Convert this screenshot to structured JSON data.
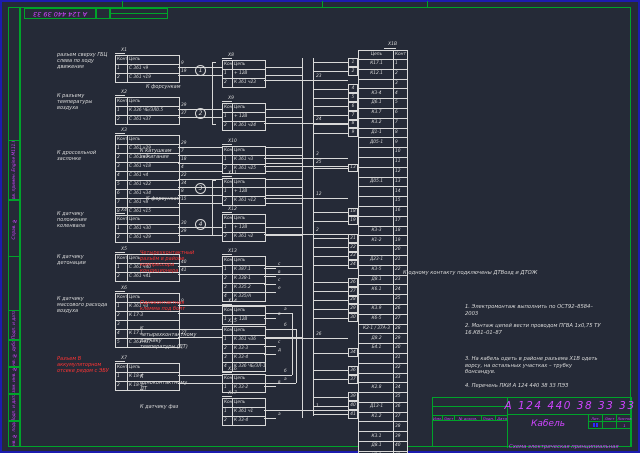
{
  "schematic": {
    "corner_doc_number": "А 124 440 39 33",
    "stamp_left": [
      {
        "label": "Перв. примен.",
        "value": "Engine М111.960"
      },
      {
        "label": "Справ. №",
        "value": ""
      },
      {
        "label": "Подп. и дата",
        "value": ""
      },
      {
        "label": "Инв. № дубл.",
        "value": ""
      },
      {
        "label": "Взам. инв. №",
        "value": ""
      },
      {
        "label": "Подп. и дата",
        "value": ""
      },
      {
        "label": "Инв. № подл.",
        "value": ""
      }
    ],
    "table_headers": {
      "pin": "Конт",
      "circuit": "Цепь"
    },
    "left_groups": [
      {
        "designator": "Х1",
        "label": "разъем сверху ГБЦ слева по ходу движения",
        "red": false,
        "rows": [
          {
            "pin": "1",
            "circuit": "С 361 ч9",
            "wire": "9"
          },
          {
            "pin": "2",
            "circuit": "С 361 ч19",
            "wire": "19"
          }
        ]
      },
      {
        "designator": "Х2",
        "label": "К разъему температуры воздуха",
        "red": false,
        "rows": [
          {
            "pin": "1",
            "circuit": "К 336 ЧБ/ЗЛ0.5",
            "wire": "39"
          },
          {
            "pin": "2",
            "circuit": "С 361 ч37",
            "wire": "37"
          }
        ]
      },
      {
        "designator": "Х3",
        "label": "К дроссельной заслонке",
        "red": false,
        "rows": [
          {
            "pin": "1",
            "circuit": "С 361 ч29",
            "wire": "29"
          },
          {
            "pin": "2",
            "circuit": "С 361 ч7",
            "wire": "7"
          },
          {
            "pin": "3",
            "circuit": "С 361 ч18",
            "wire": "18"
          },
          {
            "pin": "4",
            "circuit": "С 361 ч4",
            "wire": "4"
          },
          {
            "pin": "5",
            "circuit": "С 361 ч22",
            "wire": "22"
          },
          {
            "pin": "6",
            "circuit": "С 361 ч34",
            "wire": "34"
          },
          {
            "pin": "7",
            "circuit": "С 361 ч8",
            "wire": "8"
          },
          {
            "pin": "8",
            "circuit": "С 361 ч15",
            "wire": "15"
          }
        ]
      },
      {
        "designator": "Х4",
        "label": "К датчику положения коленвала",
        "red": false,
        "rows": [
          {
            "pin": "1",
            "circuit": "С 361 ч30",
            "wire": "30"
          },
          {
            "pin": "2",
            "circuit": "С 361 ч29",
            "wire": "29"
          }
        ]
      },
      {
        "designator": "Х5",
        "label": "К датчику детонации",
        "red": false,
        "rows": [
          {
            "pin": "1",
            "circuit": "С 361 ч40",
            "wire": "40"
          },
          {
            "pin": "2",
            "circuit": "С 361 ч41",
            "wire": "41"
          }
        ]
      },
      {
        "designator": "Х6",
        "label": "К датчику массового расхода воздуха",
        "red": false,
        "rows": [
          {
            "pin": "1",
            "circuit": "К 361 ч3",
            "wire": "9"
          },
          {
            "pin": "2",
            "circuit": "К 17-3",
            "letter": "а"
          },
          {
            "pin": "3",
            "circuit": ""
          },
          {
            "pin": "4",
            "circuit": "К 17.1",
            "letter": "б"
          },
          {
            "pin": "5",
            "circuit": "С 361 ч37",
            "wire": "27"
          }
        ]
      },
      {
        "designator": "Х7",
        "label": "Разъем В аккумуляторном отсеке рядом с ЭБУ",
        "red": true,
        "rows": [
          {
            "pin": "1",
            "circuit": "К 18-4",
            "letter": "б"
          },
          {
            "pin": "2",
            "circuit": "К 18-2",
            "letter": "а"
          }
        ]
      }
    ],
    "injector_bracket_label": "К форсункам",
    "middle_groups": [
      {
        "designator": "Х8",
        "circle": "1",
        "rows": [
          {
            "pin": "1",
            "circuit": "+ 12В"
          },
          {
            "pin": "2",
            "circuit": "К 361 ч23",
            "wire": "23"
          }
        ]
      },
      {
        "designator": "Х9",
        "circle": "2",
        "rows": [
          {
            "pin": "1",
            "circuit": "+ 12В"
          },
          {
            "pin": "2",
            "circuit": "К 361 ч24",
            "wire": "24"
          }
        ]
      },
      {
        "designator": "Х10",
        "label": "К катушкам зажигания",
        "rows": [
          {
            "pin": "1",
            "circuit": "К 361 ч3",
            "wire": "3"
          },
          {
            "pin": "2",
            "circuit": "К 361 ч25",
            "wire": "25"
          }
        ]
      },
      {
        "designator": "Х11",
        "circle": "3",
        "rows": [
          {
            "pin": "1",
            "circuit": "+ 12В"
          },
          {
            "pin": "2",
            "circuit": "К 361 ч12",
            "wire": "12"
          }
        ]
      },
      {
        "designator": "Х12",
        "circle": "4",
        "rows": [
          {
            "pin": "1",
            "circuit": "+ 12В"
          },
          {
            "pin": "2",
            "circuit": "К 361 ч2",
            "wire": "2"
          }
        ]
      },
      {
        "designator": "Х13",
        "label": "Четырехконтактный разъём в районе компрессора кондиционера",
        "red": true,
        "rows": [
          {
            "pin": "1",
            "circuit": "К 387.1",
            "letter": "с"
          },
          {
            "pin": "2",
            "circuit": "К 338-1",
            "letter": "в"
          },
          {
            "pin": "3",
            "circuit": "К 335.2",
            "letter": "с"
          },
          {
            "pin": "4",
            "circuit": "К 335/А",
            "letter": "е"
          }
        ]
      },
      {
        "designator": "Х14",
        "label": "Одноконтактная клемма под болт",
        "red": true,
        "rows": [
          {
            "pin": "1",
            "circuit": "+ 12В",
            "letter": "в"
          }
        ]
      },
      {
        "designator": "Х15",
        "label": "К четырехконтактному датчику температуры (ДТ)",
        "rows": [
          {
            "pin": "1",
            "circuit": "К 361 ч36",
            "wire": "36"
          },
          {
            "pin": "2",
            "circuit": "К 33-3",
            "letter": "с"
          },
          {
            "pin": "3",
            "circuit": "К 33-4",
            "letter": "д"
          },
          {
            "pin": "4",
            "circuit": "К 336 ЧБ/ЗЛ-1"
          }
        ]
      },
      {
        "designator": "Х16",
        "label": "К одноконтактному ДТ",
        "rows": [
          {
            "pin": "1",
            "circuit": "К 33-2",
            "letter": "в"
          }
        ]
      },
      {
        "designator": "Х17",
        "label": "К датчику фаз",
        "rows": [
          {
            "pin": "1",
            "circuit": "К 361 ч1",
            "wire": "1"
          },
          {
            "pin": "2",
            "circuit": "К 33-4",
            "letter": "а"
          }
        ]
      }
    ],
    "right_table": {
      "designator": "Х1В",
      "headers": {
        "circuit": "Цепь",
        "pin": "Конт"
      },
      "red_pins": [
        28,
        41
      ],
      "rows": [
        {
          "pin": 1,
          "circuit": "К17.1"
        },
        {
          "pin": 2,
          "circuit": "К12.1"
        },
        {
          "pin": 3,
          "circuit": ""
        },
        {
          "pin": 4,
          "circuit": "К3-4"
        },
        {
          "pin": 5,
          "circuit": "Д6.1"
        },
        {
          "pin": 6,
          "circuit": "К3.7"
        },
        {
          "pin": 7,
          "circuit": "К3.2"
        },
        {
          "pin": 8,
          "circuit": "Д1-1"
        },
        {
          "pin": 9,
          "circuit": "Д05-1"
        },
        {
          "pin": 10,
          "circuit": ""
        },
        {
          "pin": 11,
          "circuit": ""
        },
        {
          "pin": 12,
          "circuit": ""
        },
        {
          "pin": 13,
          "circuit": "Д05.1"
        },
        {
          "pin": 14,
          "circuit": ""
        },
        {
          "pin": 15,
          "circuit": ""
        },
        {
          "pin": 16,
          "circuit": ""
        },
        {
          "pin": 17,
          "circuit": ""
        },
        {
          "pin": 18,
          "circuit": "К3-3"
        },
        {
          "pin": 19,
          "circuit": "К1-2"
        },
        {
          "pin": 20,
          "circuit": ""
        },
        {
          "pin": 21,
          "circuit": "Д23-1"
        },
        {
          "pin": 22,
          "circuit": "К3-5"
        },
        {
          "pin": 23,
          "circuit": "Д8.1"
        },
        {
          "pin": 24,
          "circuit": "К6.1"
        },
        {
          "pin": 25,
          "circuit": ""
        },
        {
          "pin": 26,
          "circuit": "К3.9"
        },
        {
          "pin": 27,
          "circuit": "К6-5"
        },
        {
          "pin": 28,
          "circuit": "К2-1 / 37А-3"
        },
        {
          "pin": 29,
          "circuit": "Д8.2"
        },
        {
          "pin": 30,
          "circuit": "Б4.1"
        },
        {
          "pin": 31,
          "circuit": ""
        },
        {
          "pin": 32,
          "circuit": ""
        },
        {
          "pin": 33,
          "circuit": ""
        },
        {
          "pin": 34,
          "circuit": "К2.8"
        },
        {
          "pin": 35,
          "circuit": ""
        },
        {
          "pin": 36,
          "circuit": "Д13-1"
        },
        {
          "pin": 37,
          "circuit": "К1.2"
        },
        {
          "pin": 38,
          "circuit": ""
        },
        {
          "pin": 39,
          "circuit": "К3.1"
        },
        {
          "pin": 40,
          "circuit": "Д8.1"
        },
        {
          "pin": 41,
          "circuit": "К5.2"
        }
      ]
    },
    "annotations": {
      "dt_note": "К одному контакту подключены ДТВозд и ДТОЖ",
      "notes": [
        "1. Электромонтаж выполнить по ОСТ92–8584–2003",
        "2. Монтаж цепей вести проводом ПГВА 1х0,75 ТУ 16.К81–01–87",
        "3. На кабель одеть в районе разъема Х1В одеть ворсу, на остальных участках – трубку бонсандув.",
        "4. Перечень ПКИ  А 124 440 38 33 ПЭЗ"
      ]
    },
    "title_block": {
      "doc_number": "А 124 440 38 33 33",
      "title": "Кабель",
      "subtitle": "Схема электрическая принципиальная",
      "header_cells": [
        "Изм.",
        "Лист",
        "№ докум.",
        "Подп.",
        "Дата"
      ],
      "rows": [
        "Разраб.",
        "Пров.",
        "Т.контр.",
        "Н.контр.",
        "Утв."
      ],
      "lit_cells": [
        "Лит.",
        "Лист",
        "Листов"
      ],
      "listov_value": "1",
      "format_label": "Формат А2"
    },
    "colors": {
      "background": "#252a37",
      "frame": "#00a32a",
      "lines": "#d9d9d9",
      "stamp_text": "#cf44ff",
      "highlight": "#ff3434",
      "signature": "#2b2bff",
      "outer_border": "#1c1cae"
    }
  }
}
